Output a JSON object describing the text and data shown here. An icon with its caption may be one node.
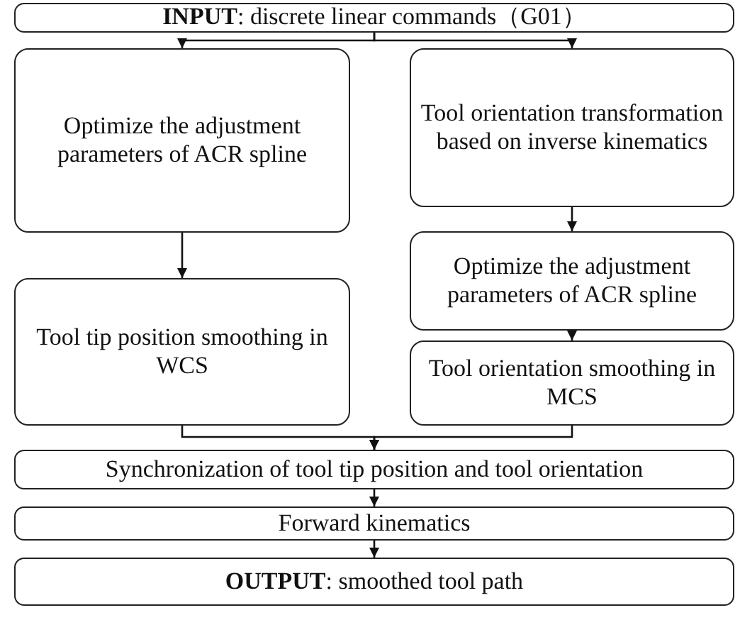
{
  "diagram": {
    "nodes": [
      {
        "text": [
          "**INPUT**: discrete linear commands（G01）"
        ]
      },
      {
        "text": [
          "Optimize the adjustment parameters of ACR spline"
        ]
      },
      {
        "text": [
          "Tool orientation transformation based on inverse kinematics"
        ]
      },
      {
        "text": [
          "Tool tip position smoothing in WCS"
        ]
      },
      {
        "text": [
          "Optimize the adjustment parameters of ACR spline"
        ]
      },
      {
        "text": [
          "Tool orientation smoothing in MCS"
        ]
      },
      {
        "text": [
          "Synchronization of tool tip position and tool orientation"
        ]
      },
      {
        "text": [
          "Forward kinematics"
        ]
      },
      {
        "text": [
          "**OUTPUT**: smoothed tool path"
        ]
      }
    ],
    "edges": [
      {
        "from": 0,
        "to": 1,
        "arrow": "to"
      },
      {
        "from": 0,
        "to": 2,
        "arrow": "to"
      },
      {
        "from": 1,
        "to": 3,
        "arrow": "to"
      },
      {
        "from": 2,
        "to": 4,
        "arrow": "to"
      },
      {
        "from": 4,
        "to": 5,
        "arrow": "to"
      },
      {
        "from": 3,
        "to": 6,
        "arrow": "to"
      },
      {
        "from": 5,
        "to": 6,
        "arrow": "to"
      },
      {
        "from": 6,
        "to": 7,
        "arrow": "to"
      },
      {
        "from": 7,
        "to": 8,
        "arrow": "to"
      }
    ]
  }
}
